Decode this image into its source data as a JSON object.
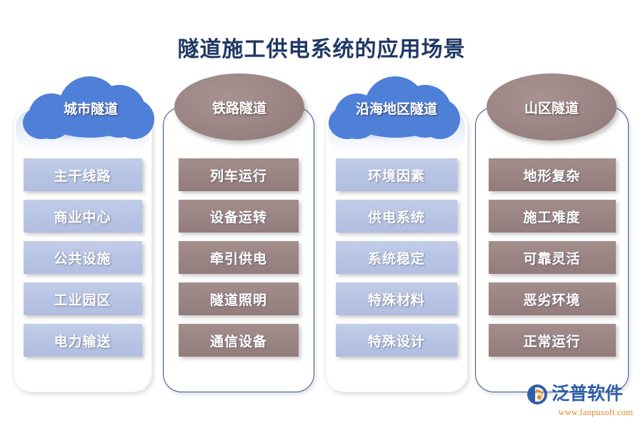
{
  "page": {
    "title": "隧道施工供电系统的应用场景",
    "background_color": "#ffffff",
    "title_color": "#1f3864"
  },
  "palette": {
    "cloud_blue": "#4f80d8",
    "ellipse_mauve": "#9b8584",
    "item_blue": "#b7c4e4",
    "item_mauve": "#9b8584",
    "border_blue": "#2f5597",
    "border_light": "#ececec",
    "logo_blue": "#2f5fa8",
    "logo_orange": "#e08a2e"
  },
  "columns": [
    {
      "id": "urban-tunnel",
      "header": "城市隧道",
      "header_shape": "cloud",
      "header_color": "#4f80d8",
      "border_style": "light",
      "item_style": "blue",
      "items": [
        "主干线路",
        "商业中心",
        "公共设施",
        "工业园区",
        "电力输送"
      ]
    },
    {
      "id": "railway-tunnel",
      "header": "铁路隧道",
      "header_shape": "ellipse",
      "header_color": "#9b8584",
      "border_style": "blue",
      "item_style": "mauve",
      "items": [
        "列车运行",
        "设备运转",
        "牵引供电",
        "隧道照明",
        "通信设备"
      ]
    },
    {
      "id": "coastal-tunnel",
      "header": "沿海地区隧道",
      "header_shape": "cloud",
      "header_color": "#4f80d8",
      "border_style": "light",
      "item_style": "blue",
      "items": [
        "环境因素",
        "供电系统",
        "系统稳定",
        "特殊材料",
        "特殊设计"
      ]
    },
    {
      "id": "mountain-tunnel",
      "header": "山区隧道",
      "header_shape": "ellipse",
      "header_color": "#9b8584",
      "border_style": "blue",
      "item_style": "mauve",
      "items": [
        "地形复杂",
        "施工难度",
        "可靠灵活",
        "恶劣环境",
        "正常运行"
      ]
    }
  ],
  "logo": {
    "name": "泛普软件",
    "url": "www.fanpusoft.com"
  }
}
